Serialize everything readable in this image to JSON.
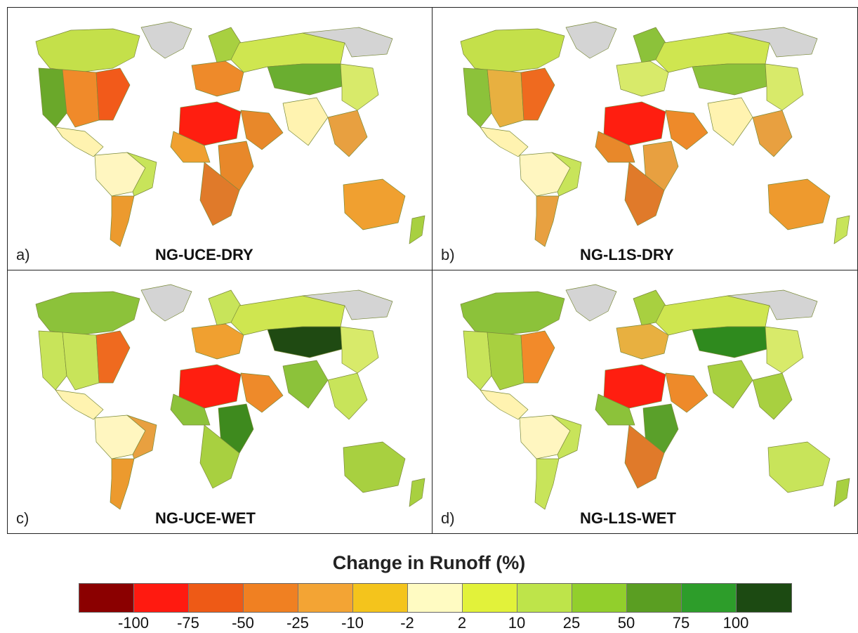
{
  "panels": [
    {
      "label": "a)",
      "title": "NG-UCE-DRY",
      "regions": {
        "na_west": "#6aa82a",
        "na_central": "#f08a2a",
        "na_east": "#f25a1a",
        "canada": "#c4e04a",
        "greenland": "#d4d4d4",
        "central_am": "#fff3b0",
        "sa_north": "#fff6c0",
        "sa_east": "#c8e45a",
        "sa_south": "#ec9a2e",
        "europe": "#ee8a2a",
        "scandinavia": "#a8d040",
        "russia": "#cfe650",
        "siberia": "#d4d4d4",
        "central_asia": "#6aae30",
        "sahara": "#ff1e10",
        "west_africa": "#f0a030",
        "east_africa": "#e8882a",
        "southern_africa": "#e07a2a",
        "arabia": "#e8882a",
        "south_asia": "#fff3b0",
        "east_asia": "#d8ea6a",
        "se_asia": "#e8a040",
        "australia": "#f0a030",
        "nz": "#a8d040"
      }
    },
    {
      "label": "b)",
      "title": "NG-L1S-DRY",
      "regions": {
        "na_west": "#8cc23a",
        "na_central": "#e8b040",
        "na_east": "#ef6a1f",
        "canada": "#c4e04a",
        "greenland": "#d4d4d4",
        "central_am": "#fff3b0",
        "sa_north": "#fff6c0",
        "sa_east": "#c8e45a",
        "sa_south": "#e8a040",
        "europe": "#d8ea6a",
        "scandinavia": "#8cc23a",
        "russia": "#cfe650",
        "siberia": "#d4d4d4",
        "central_asia": "#8cc23a",
        "sahara": "#ff1e10",
        "west_africa": "#e8882a",
        "east_africa": "#e8a040",
        "southern_africa": "#e07a2a",
        "arabia": "#ee8a2a",
        "south_asia": "#fff3b0",
        "east_asia": "#d8ea6a",
        "se_asia": "#e8a040",
        "australia": "#ee9a2e",
        "nz": "#c8e45a"
      }
    },
    {
      "label": "c)",
      "title": "NG-UCE-WET",
      "regions": {
        "na_west": "#c8e45a",
        "na_central": "#c8e45a",
        "na_east": "#ef6a1f",
        "canada": "#8cc23a",
        "greenland": "#d4d4d4",
        "central_am": "#fff3b0",
        "sa_north": "#fff6c0",
        "sa_east": "#e8a040",
        "sa_south": "#ec9a2e",
        "europe": "#f0a030",
        "scandinavia": "#c8e45a",
        "russia": "#cfe650",
        "siberia": "#d4d4d4",
        "central_asia": "#1f4a12",
        "sahara": "#ff1e10",
        "west_africa": "#8cc23a",
        "east_africa": "#3e8a1e",
        "southern_africa": "#a8d040",
        "arabia": "#ee8a2a",
        "south_asia": "#8cc23a",
        "east_asia": "#d8ea6a",
        "se_asia": "#c8e45a",
        "australia": "#a8d040",
        "nz": "#a8d040"
      }
    },
    {
      "label": "d)",
      "title": "NG-L1S-WET",
      "regions": {
        "na_west": "#c8e45a",
        "na_central": "#a8d040",
        "na_east": "#f28a2a",
        "canada": "#8cc23a",
        "greenland": "#d4d4d4",
        "central_am": "#fff3b0",
        "sa_north": "#fff6c0",
        "sa_east": "#c8e45a",
        "sa_south": "#c8e45a",
        "europe": "#e8b040",
        "scandinavia": "#a8d040",
        "russia": "#cfe650",
        "siberia": "#d4d4d4",
        "central_asia": "#2f8a1e",
        "sahara": "#ff1e10",
        "west_africa": "#8cc23a",
        "east_africa": "#5aa02a",
        "southern_africa": "#e07a2a",
        "arabia": "#ee8a2a",
        "south_asia": "#a8d040",
        "east_asia": "#d8ea6a",
        "se_asia": "#a8d040",
        "australia": "#c8e45a",
        "nz": "#a8d040"
      }
    }
  ],
  "legend": {
    "title": "Change in Runoff (%)",
    "colors": [
      "#8b0000",
      "#ff1a10",
      "#ee5a16",
      "#f08022",
      "#f3a434",
      "#f4c41c",
      "#fffbc2",
      "#e2f23a",
      "#bee44a",
      "#92cf2c",
      "#5a9e22",
      "#2d9d2a",
      "#1c4a12"
    ],
    "ticks": [
      "-100",
      "-75",
      "-50",
      "-25",
      "-10",
      "-2",
      "2",
      "10",
      "25",
      "50",
      "75",
      "100"
    ]
  }
}
